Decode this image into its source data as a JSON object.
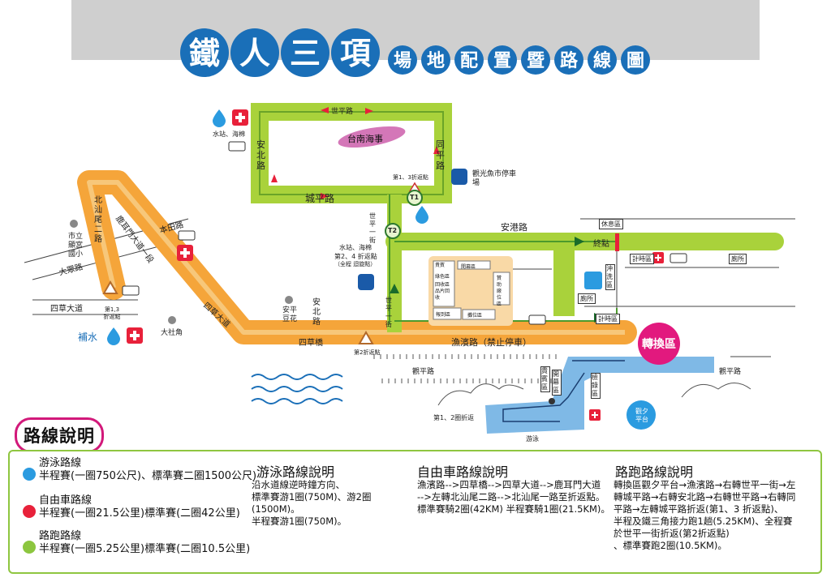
{
  "title": {
    "main_chars": [
      "鐵",
      "人",
      "三",
      "項"
    ],
    "sub_chars": [
      "場",
      "地",
      "配",
      "置",
      "暨",
      "路",
      "線",
      "圖"
    ]
  },
  "colors": {
    "swim": "#2b9be0",
    "bike": "#e8213a",
    "run": "#8cc63f",
    "title_circle": "#1a6fb8",
    "orange_road": "#f5a53a",
    "green_road": "#a9d23b",
    "transition": "#e2197e"
  },
  "map": {
    "roads": {
      "shiping": "世平路",
      "anbei": "安北路",
      "tongping": "同平路",
      "chengping": "城平路",
      "anping_port": "安港路",
      "beishanwei": "北汕尾二路",
      "luermen": "鹿耳門大道一段",
      "benting": "本田路",
      "dazhong": "大眾路",
      "sicao_ave": "四草大道",
      "sicao_ave_2": "四草大道",
      "sicao_bridge": "四草橋",
      "yubin": "漁濱路（禁止停車）",
      "guanping": "觀平路",
      "guanping_2": "觀平路",
      "shiping_1st": "世平一街",
      "shiping_1st_b": "世平一街",
      "anbei_arrow": "安北路"
    },
    "places": {
      "maritime": "台南海事",
      "city_school": "市立顯宮國小",
      "an_ping_dou_hua": "安平豆花",
      "da_she_jiao": "大社角"
    },
    "labels": {
      "water_top": "水站、海棉",
      "turn_13_top": "第1、3折返點",
      "parking_fish": "觀光魚市停車場",
      "water_mid": "水站、海棉",
      "turn_24": "第2、4 折返點",
      "turn_24_note": "（全程 迴旋點）",
      "rest": "休息區",
      "finish": "終點",
      "timing_1": "計時區",
      "toilet": "廁所",
      "toilet_2": "廁所",
      "shower": "沖洗區",
      "timing_2": "計時區",
      "transition": "轉換區",
      "supply": "補水",
      "turn_13_left": "第1,3 折返點",
      "turn_2_mid": "第2折返點",
      "guest": "貴賓區",
      "opening": "開幕區",
      "check": "檢錄區",
      "swim_turn": "第1、2圈折返",
      "swim_label": "游泳",
      "sunset": "觀夕平台",
      "t1": "T1",
      "t2": "T2",
      "booth_guest": "貴賓",
      "booth_open": "開幕區",
      "booth_greenery": "綠色區",
      "booth_recycle": "回收區",
      "booth_goods": "品片回收",
      "booth_sponsor": "贊助廠位區",
      "booth_report": "報到區",
      "booth_stall": "攤位區"
    }
  },
  "legend": {
    "title": "路線說明",
    "items": [
      {
        "name": "游泳路線",
        "detail": "半程賽(一圈750公尺)、標準賽二圈1500公尺)",
        "color": "#2b9be0"
      },
      {
        "name": "自由車路線",
        "detail": "半程賽(一圈21.5公里)標準賽(二圈42公里)",
        "color": "#e8213a"
      },
      {
        "name": "路跑路線",
        "detail": "半程賽(一圈5.25公里)標準賽(二圈10.5公里)",
        "color": "#8cc63f"
      }
    ],
    "swim": {
      "title": "游泳路線說明",
      "body": "沿水道線逆時鐘方向、\n標準賽游1圈(750M)、游2圈(1500M)。\n半程賽游1圈(750M)。"
    },
    "bike": {
      "title": "自由車路線說明",
      "body": "漁濱路-->四草橋-->四草大道-->鹿耳門大道\n-->左轉北汕尾二路-->北汕尾一路至折返點。\n標準賽騎2圈(42KM) 半程賽騎1圈(21.5KM)。"
    },
    "run": {
      "title": "路跑路線說明",
      "body": "轉換區觀夕平台→漁濱路→右轉世平一街→左\n轉城平路→右轉安北路→右轉世平路→右轉同\n平路→左轉城平路折返(第1、3 折返點)、\n半程及鐵三角接力跑1趟(5.25KM)、全程賽\n於世平一街折返(第2折返點)\n、標準賽跑2圈(10.5KM)。"
    }
  }
}
